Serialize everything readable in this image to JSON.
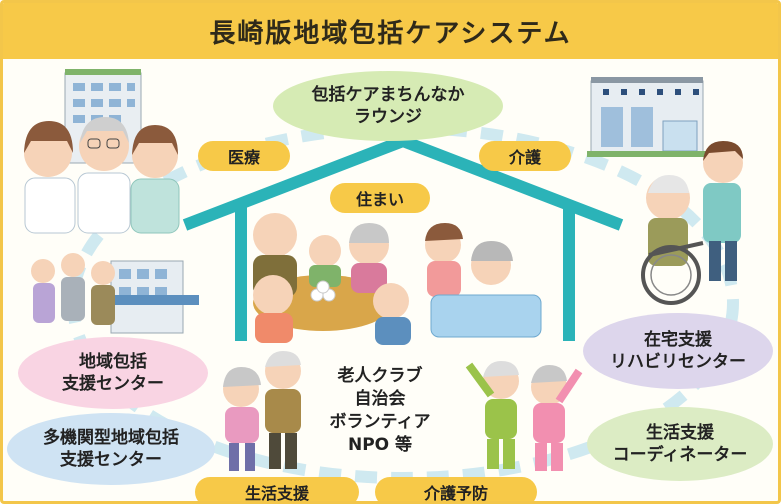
{
  "title": "長崎版地域包括ケアシステム",
  "bubbles": {
    "lounge": [
      "包括ケアまちんなか",
      "ラウンジ"
    ],
    "chiiki_houkatsu": [
      "地域包括",
      "支援センター"
    ],
    "takikan": [
      "多機関型地域包括",
      "支援センター"
    ],
    "zaitaku": [
      "在宅支援",
      "リハビリセンター"
    ],
    "seikatsu_coord": [
      "生活支援",
      "コーディネーター"
    ]
  },
  "tags": {
    "iryou": "医療",
    "kaigo": "介護",
    "sumai": "住まい",
    "seikatsu_shien": "生活支援",
    "kaigo_yobou": "介護予防"
  },
  "community": [
    "老人クラブ",
    "自治会",
    "ボランティア",
    "NPO 等"
  ],
  "colors": {
    "title_bar": "#f7c948",
    "tag": "#f7c948",
    "house": "#2bb3b8",
    "ring": "#cfe9f0",
    "lounge_bubble": "#d6ebb4",
    "pink_bubble": "#f9d4e3",
    "blue_bubble": "#cfe3f3",
    "purple_bubble": "#ddd6ec",
    "green_bubble": "#dcecc4"
  }
}
